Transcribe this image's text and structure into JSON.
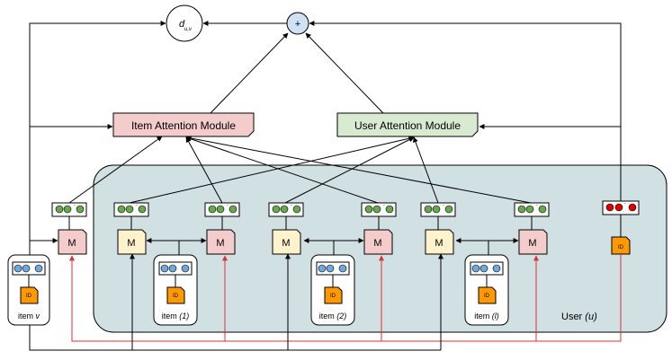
{
  "nodes": {
    "distance": {
      "main": "d",
      "sub": "u,v"
    },
    "sum": {
      "symbol": "+"
    },
    "item_attention": {
      "label": "Item Attention Module"
    },
    "user_attention": {
      "label": "User Attention Module"
    },
    "memory_label": "M",
    "id_label": "ID",
    "ellipsis": "-"
  },
  "labels": {
    "item_v": "item",
    "item_v_var": "v",
    "item_1_prefix": "item",
    "item_1_idx": "(1)",
    "item_2_prefix": "item",
    "item_2_idx": "(2)",
    "item_l_prefix": "item",
    "item_l_idx": "(l)",
    "user_prefix": "User",
    "user_var": "(u)"
  },
  "colors": {
    "item_attention_fill": "#f4cccc",
    "user_attention_fill": "#d9ead3",
    "memory_pink": "#f4cccc",
    "memory_yellow": "#fff2cc",
    "user_region": "#d0e0e3",
    "sum_fill": "#cfe2f3",
    "green_dot": "#6aa84f",
    "blue_dot": "#6fa8dc",
    "red_dot": "#e00000",
    "id_fill": "#ff9900",
    "edge_red": "#e03030"
  }
}
